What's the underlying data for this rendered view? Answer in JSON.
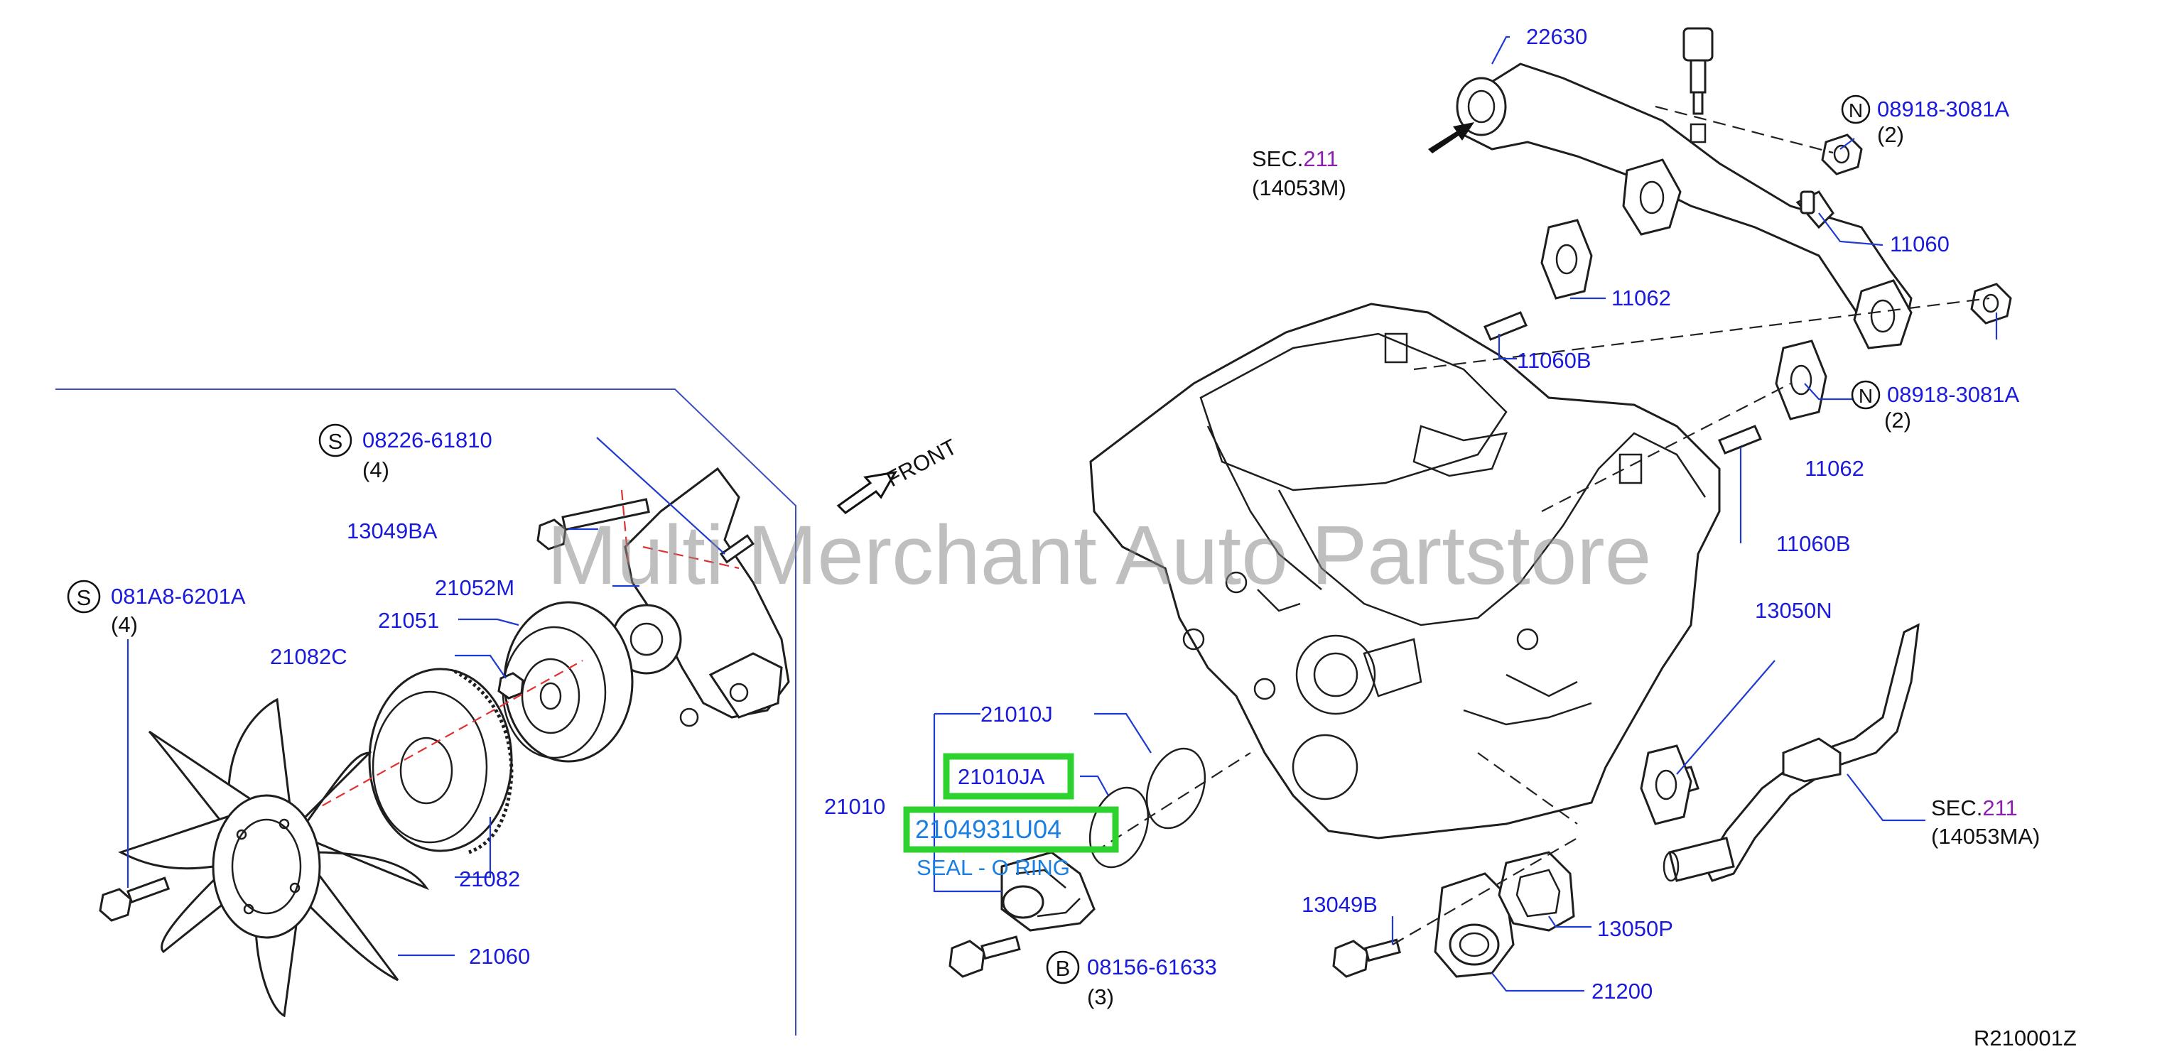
{
  "watermark": "Multi Merchant Auto Partstore",
  "front_label": "FRONT",
  "diagram_code": "R210001Z",
  "section_refs": {
    "top": {
      "prefix": "SEC.",
      "number": "211",
      "sub": "(14053M)"
    },
    "right": {
      "prefix": "SEC.",
      "number": "211",
      "sub": "(14053MA)"
    }
  },
  "callouts": {
    "p22630": "22630",
    "p08918_top": {
      "symbol": "N",
      "part": "08918-3081A",
      "qty": "(2)"
    },
    "p11060": "11060",
    "p11062_top": "11062",
    "p11060B_top": "11060B",
    "p08918_bottom": {
      "symbol": "N",
      "part": "08918-3081A",
      "qty": "(2)"
    },
    "p11062_bottom": "11062",
    "p11060B_bottom": "11060B",
    "p13050N": "13050N",
    "p08226": {
      "symbol": "S",
      "part": "08226-61810",
      "qty": "(4)"
    },
    "p13049BA": "13049BA",
    "p21052M": "21052M",
    "p081A8": {
      "symbol": "S",
      "part": "081A8-6201A",
      "qty": "(4)"
    },
    "p21051": "21051",
    "p21082C": "21082C",
    "p21082": "21082",
    "p21060": "21060",
    "p21010J": "21010J",
    "p21010JA": "21010JA",
    "p21010": "21010",
    "p2104931U04": "2104931U04",
    "seal_oring": "SEAL - O RING",
    "p08156": {
      "symbol": "B",
      "part": "08156-61633",
      "qty": "(3)"
    },
    "p13049B": "13049B",
    "p13050P": "13050P",
    "p21200": "21200"
  },
  "highlighted_parts": [
    "21010JA",
    "2104931U04"
  ],
  "colors": {
    "label": "#1a1adc",
    "highlight_box": "#2ed22e",
    "highlight_text": "#1a7fe0",
    "section_number": "#8b1fb0",
    "centerline": "#e03030"
  }
}
